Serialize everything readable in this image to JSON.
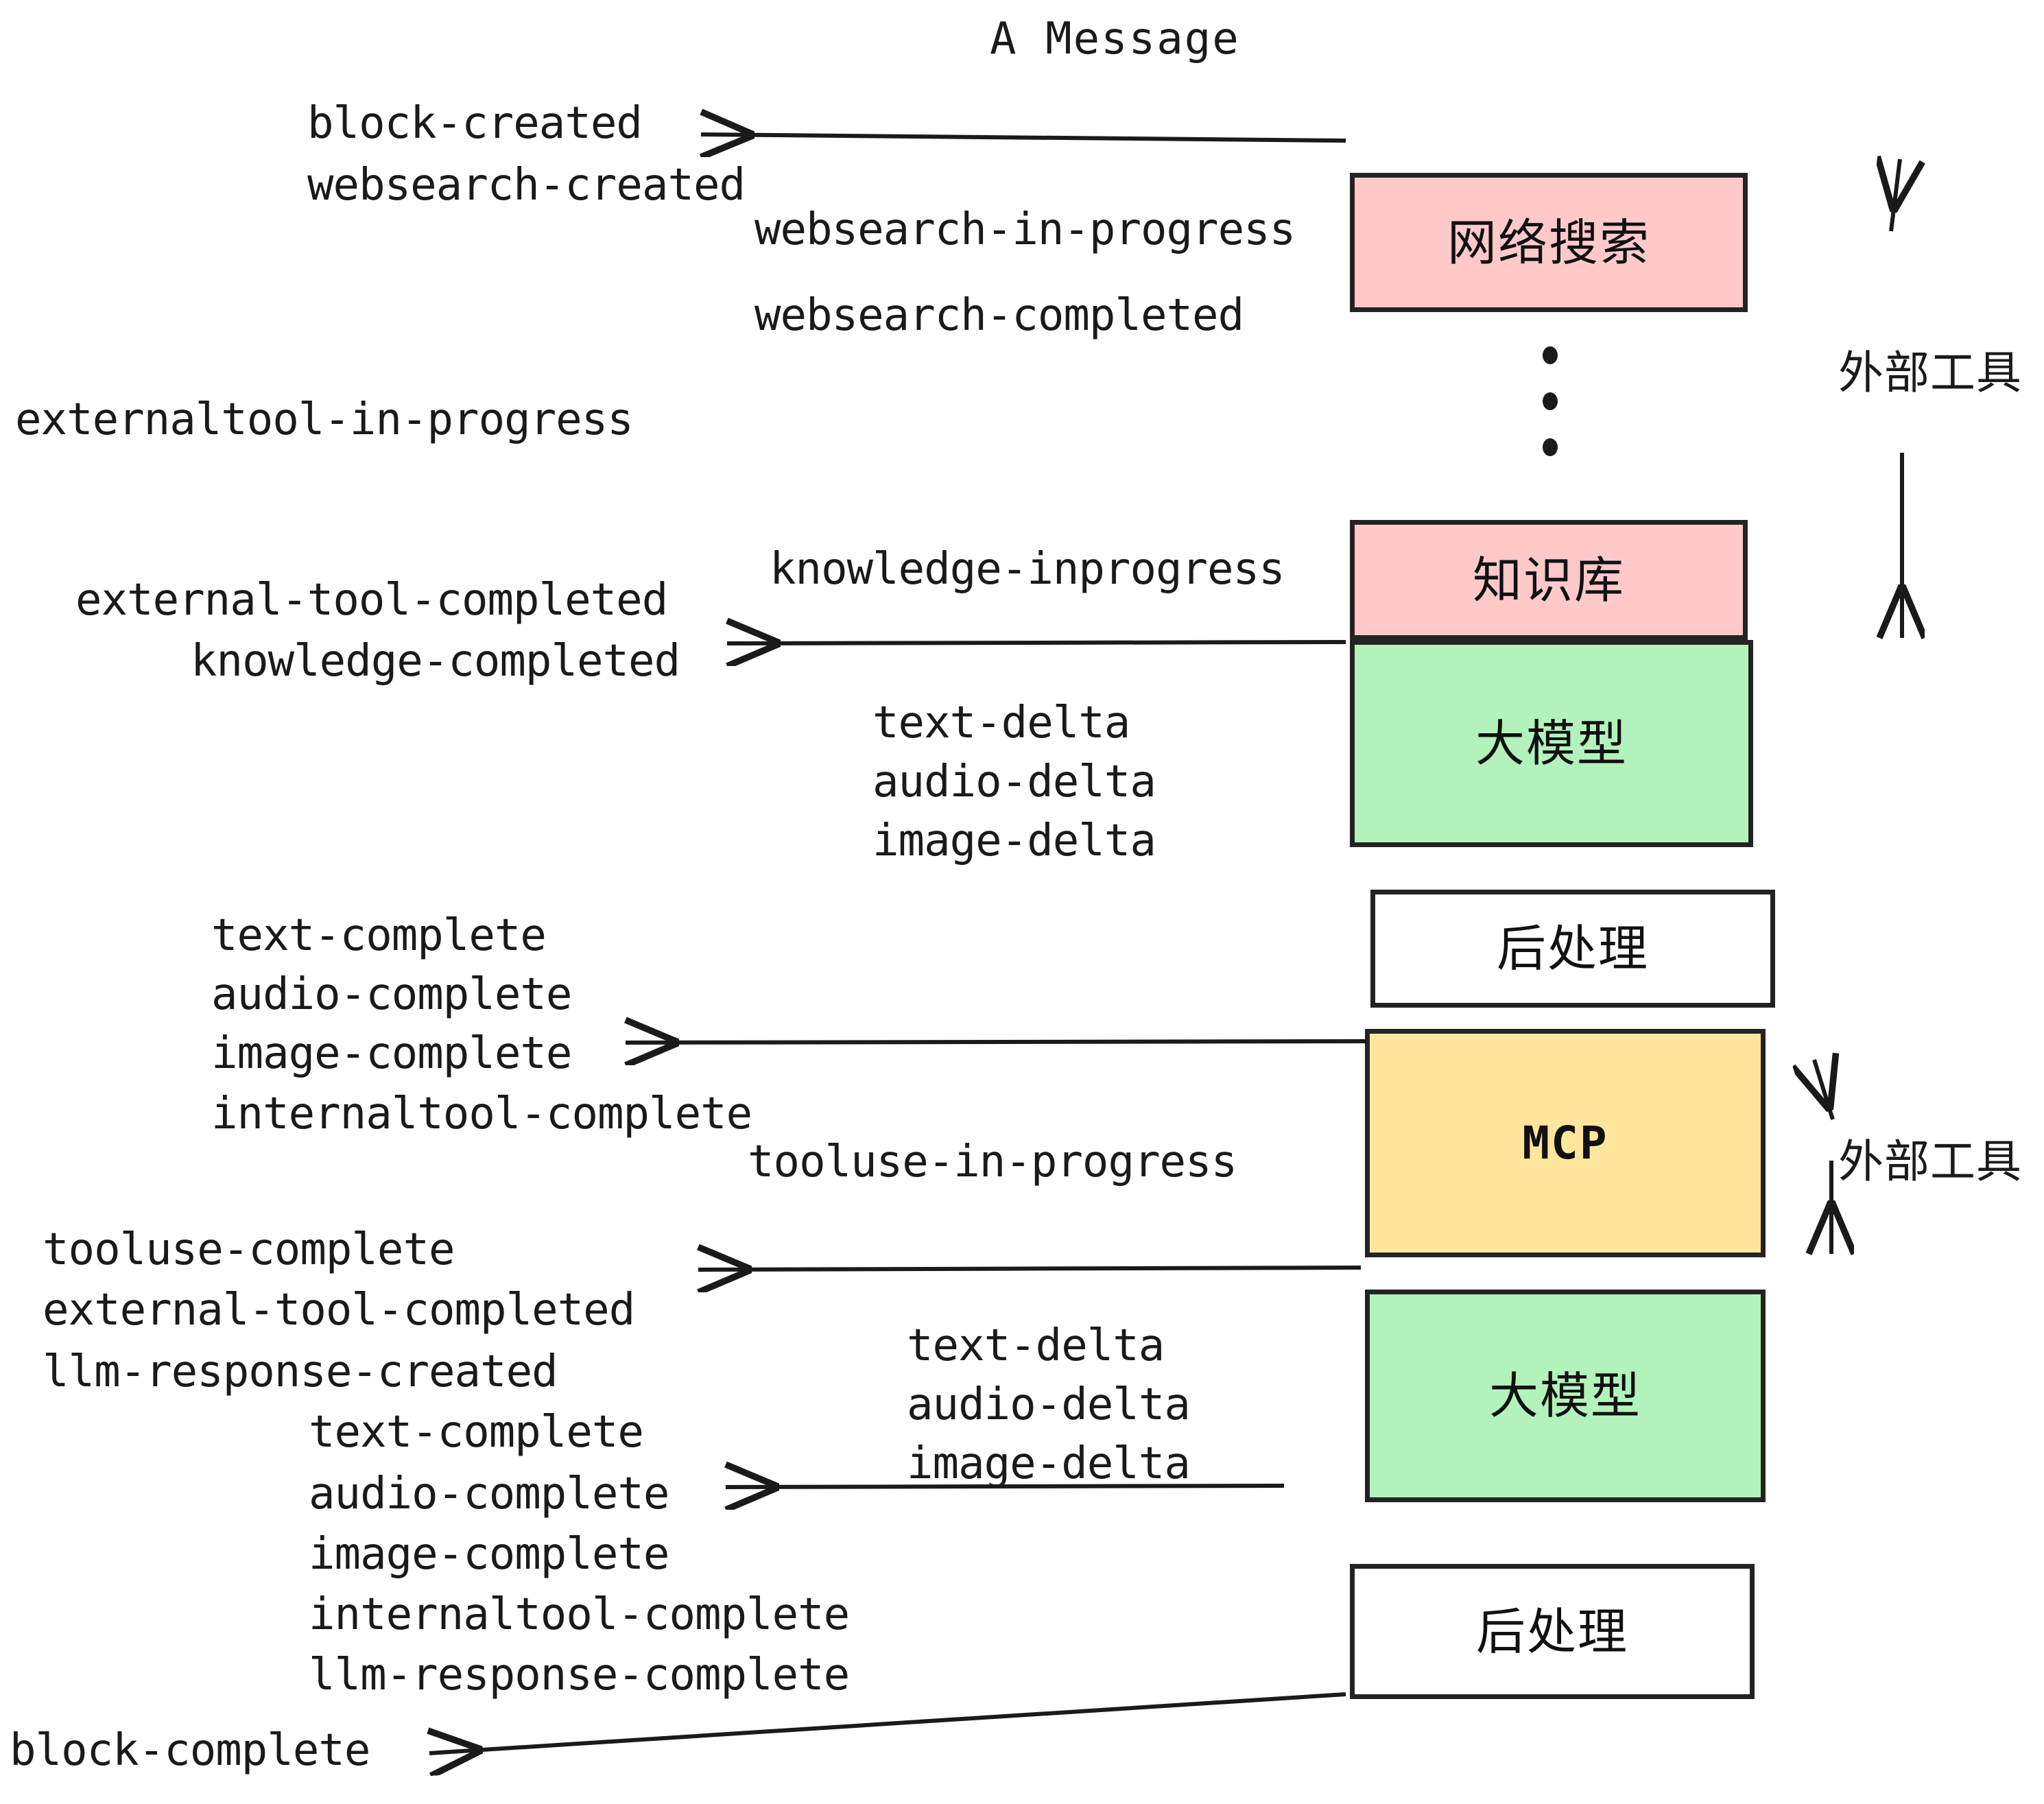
{
  "title": "A Message",
  "colors": {
    "pink": "#FFC9C9",
    "green": "#B2F2BB",
    "yellow": "#FFE69C",
    "white": "#FFFFFF",
    "stroke": "#232323",
    "text": "#1A1A1A"
  },
  "boxes": [
    {
      "id": "websearch",
      "label": "网络搜索",
      "fill": "pink"
    },
    {
      "id": "knowledge",
      "label": "知识库",
      "fill": "pink"
    },
    {
      "id": "llm-top",
      "label": "大模型",
      "fill": "green"
    },
    {
      "id": "postprocess-top",
      "label": "后处理",
      "fill": "white"
    },
    {
      "id": "mcp",
      "label": "MCP",
      "fill": "yellow"
    },
    {
      "id": "llm-bottom",
      "label": "大模型",
      "fill": "green"
    },
    {
      "id": "postprocess-bottom",
      "label": "后处理",
      "fill": "white"
    }
  ],
  "side_labels": [
    {
      "id": "external-tools-top",
      "label": "外部工具"
    },
    {
      "id": "external-tools-bottom",
      "label": "外部工具"
    }
  ],
  "events": [
    {
      "id": "block-created",
      "label": "block-created"
    },
    {
      "id": "websearch-created",
      "label": "websearch-created"
    },
    {
      "id": "websearch-in-progress",
      "label": "websearch-in-progress"
    },
    {
      "id": "websearch-completed",
      "label": "websearch-completed"
    },
    {
      "id": "externaltool-in-progress",
      "label": "externaltool-in-progress"
    },
    {
      "id": "knowledge-inprogress",
      "label": "knowledge-inprogress"
    },
    {
      "id": "external-tool-completed-1",
      "label": "external-tool-completed"
    },
    {
      "id": "knowledge-completed",
      "label": "knowledge-completed"
    },
    {
      "id": "text-delta-1",
      "label": "text-delta"
    },
    {
      "id": "audio-delta-1",
      "label": "audio-delta"
    },
    {
      "id": "image-delta-1",
      "label": "image-delta"
    },
    {
      "id": "text-complete-1",
      "label": "text-complete"
    },
    {
      "id": "audio-complete-1",
      "label": "audio-complete"
    },
    {
      "id": "image-complete-1",
      "label": "image-complete"
    },
    {
      "id": "internaltool-complete-1",
      "label": "internaltool-complete"
    },
    {
      "id": "tooluse-in-progress",
      "label": "tooluse-in-progress"
    },
    {
      "id": "tooluse-complete",
      "label": "tooluse-complete"
    },
    {
      "id": "external-tool-completed-2",
      "label": "external-tool-completed"
    },
    {
      "id": "llm-response-created",
      "label": "llm-response-created"
    },
    {
      "id": "text-delta-2",
      "label": "text-delta"
    },
    {
      "id": "audio-delta-2",
      "label": "audio-delta"
    },
    {
      "id": "image-delta-2",
      "label": "image-delta"
    },
    {
      "id": "text-complete-2",
      "label": "text-complete"
    },
    {
      "id": "audio-complete-2",
      "label": "audio-complete"
    },
    {
      "id": "image-complete-2",
      "label": "image-complete"
    },
    {
      "id": "internaltool-complete-2",
      "label": "internaltool-complete"
    },
    {
      "id": "llm-response-complete",
      "label": "llm-response-complete"
    },
    {
      "id": "block-complete",
      "label": "block-complete"
    }
  ],
  "ellipsis": {
    "id": "vertical-ellipsis",
    "dot_count": 3
  }
}
